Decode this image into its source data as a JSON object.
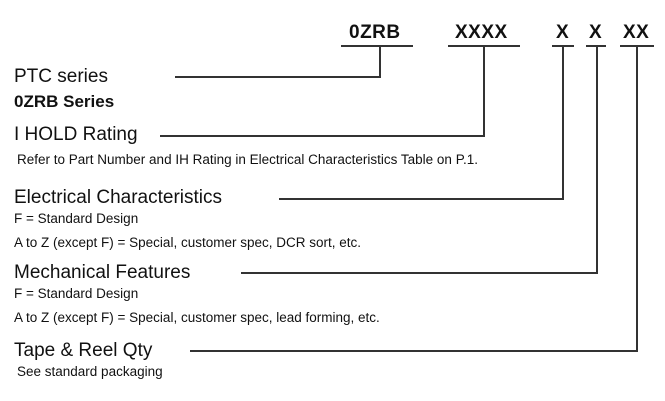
{
  "codes": [
    "0ZRB",
    "XXXX",
    "X",
    "X",
    "XX"
  ],
  "sections": {
    "ptc": {
      "title": "PTC series",
      "subtitle": "0ZRB Series"
    },
    "ihold": {
      "title": "I HOLD Rating",
      "lines": [
        "Refer to Part Number and IH Rating in Electrical Characteristics Table on P.1."
      ]
    },
    "electrical": {
      "title": "Electrical Characteristics",
      "lines": [
        "F = Standard Design",
        "A to Z (except F) = Special, customer spec, DCR sort, etc."
      ]
    },
    "mechanical": {
      "title": "Mechanical Features",
      "lines": [
        "F = Standard Design",
        "A to Z (except F) = Special, customer spec, lead forming, etc."
      ]
    },
    "tape": {
      "title": "Tape & Reel Qty",
      "lines": [
        "See standard packaging"
      ]
    }
  },
  "colors": {
    "line": "#333333",
    "text": "#111111"
  }
}
